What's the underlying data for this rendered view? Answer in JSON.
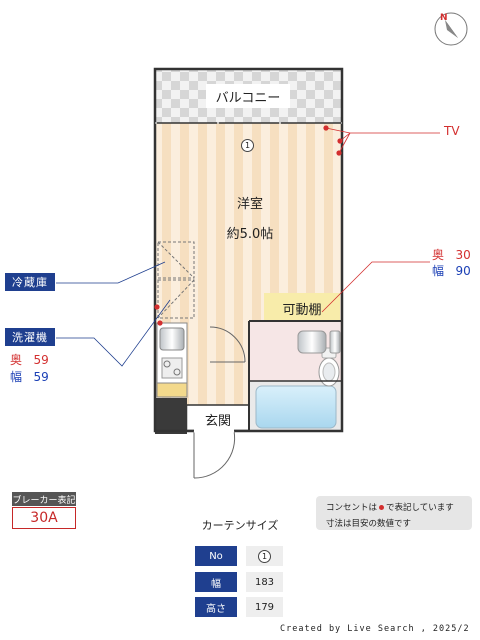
{
  "rooms": {
    "balcony": "バルコニー",
    "western_room": "洋室",
    "room_size": "約5.0帖",
    "movable_shelf": "可動棚",
    "entrance": "玄関"
  },
  "curtain_marker": "1",
  "annotations": {
    "tv": "TV",
    "fridge": "冷蔵庫",
    "washer": "洗濯機",
    "washer_depth_label": "奥",
    "washer_depth_value": "59",
    "washer_width_label": "幅",
    "washer_width_value": "59",
    "shelf_depth_label": "奥",
    "shelf_depth_value": "30",
    "shelf_width_label": "幅",
    "shelf_width_value": "90"
  },
  "breaker": {
    "title": "ブレーカー表記",
    "value": "30A"
  },
  "legend": {
    "line1_pre": "コンセントは",
    "line1_post": "で表記しています",
    "line2": "寸法は目安の数値です"
  },
  "curtain": {
    "title": "カーテンサイズ",
    "rows": [
      {
        "label": "No",
        "value": "1"
      },
      {
        "label": "幅",
        "value": "183"
      },
      {
        "label": "高さ",
        "value": "179"
      }
    ]
  },
  "footer": "Created by Live Search , 2025/2",
  "compass_letter": "N",
  "colors": {
    "label_blue": "#1f3f8f",
    "outlet_red": "#d32f2f",
    "floor_wood": "#f6dfc0",
    "wet_area": "#f6e6e6"
  }
}
